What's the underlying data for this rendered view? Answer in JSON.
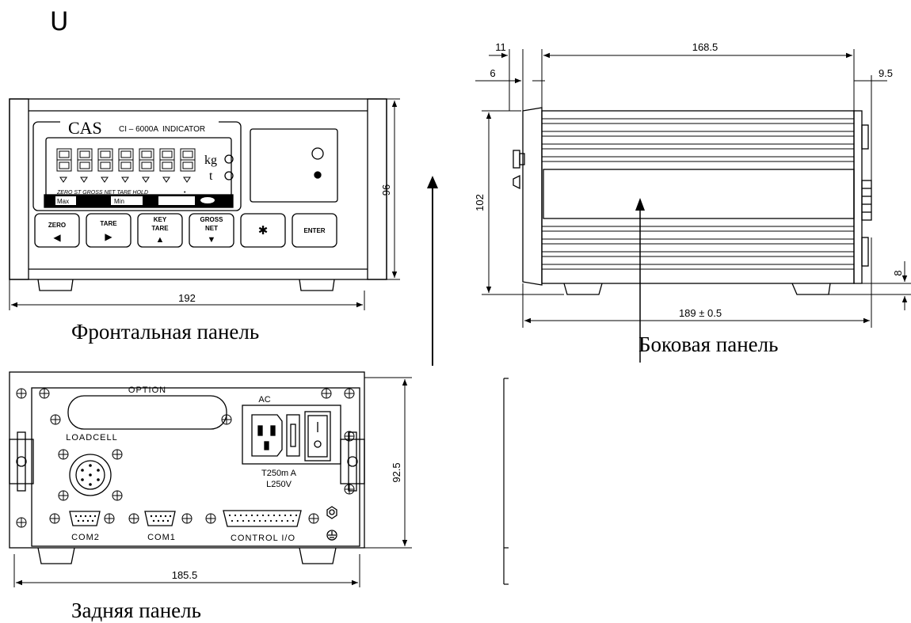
{
  "corner_mark": "U",
  "captions": {
    "front": "Фронтальная панель",
    "side": "Боковая панель",
    "rear": "Задняя панель"
  },
  "front": {
    "brand": "CAS",
    "model": "CI – 6000A",
    "indicator_word": "INDICATOR",
    "units": [
      "kg",
      "t"
    ],
    "annunciators": "ZERO  ST  GROSS  NET  TARE  HOLD",
    "annunciator_dot": "•",
    "max_label": "Max",
    "min_label": "Min",
    "buttons": [
      {
        "label_top": "ZERO",
        "label_bottom": "◀"
      },
      {
        "label_top": "TARE",
        "label_bottom": "▶"
      },
      {
        "label_top": "KEY",
        "label_mid": "TARE",
        "label_bottom": "▲"
      },
      {
        "label_top": "GROSS",
        "label_mid": "NET",
        "label_bottom": "▼"
      },
      {
        "label_top": "✱"
      },
      {
        "label_top": "ENTER"
      }
    ]
  },
  "rear": {
    "option": "OPTION",
    "ac": "AC",
    "loadcell": "LOADCELL",
    "fuse_line1": "T250m A",
    "fuse_line2": "L250V",
    "ports": [
      "COM2",
      "COM1",
      "CONTROL I/O"
    ]
  },
  "dimensions": {
    "front_height": "96",
    "front_width": "192",
    "rear_height": "92.5",
    "rear_width": "185.5",
    "side_top_left": "11",
    "side_body_length": "168.5",
    "side_small_left": "6",
    "side_right_offset": "9.5",
    "side_height": "102",
    "side_foot": "8",
    "side_total": "189 ± 0.5"
  }
}
